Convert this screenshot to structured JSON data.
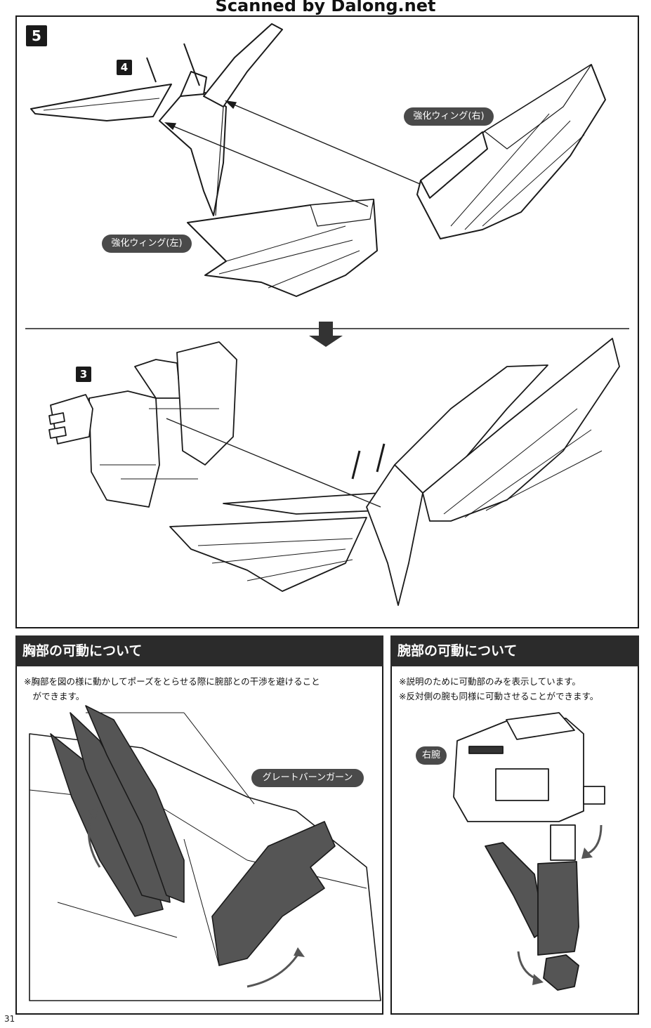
{
  "watermark": "Scanned by Dalong.net",
  "step": {
    "number": "5",
    "sub_top": "4",
    "sub_bottom": "3",
    "label_right_wing": "強化ウィング(右)",
    "label_left_wing": "強化ウィング(左)"
  },
  "chest_section": {
    "title": "胸部の可動について",
    "notes": [
      "※胸部を図の様に動かしてポーズをとらせる際に腕部との干渉を避けること",
      "　ができます。"
    ],
    "callout": "グレートバーンガーン"
  },
  "arm_section": {
    "title": "腕部の可動について",
    "notes": [
      "※説明のために可動部のみを表示しています。",
      "※反対側の腕も同様に可動させることができます。"
    ],
    "callout": "右腕"
  },
  "page_number": "31",
  "colors": {
    "ink": "#1a1a1a",
    "header": "#2b2b2b",
    "pill": "#4a4a4a",
    "shade": "#555555"
  }
}
